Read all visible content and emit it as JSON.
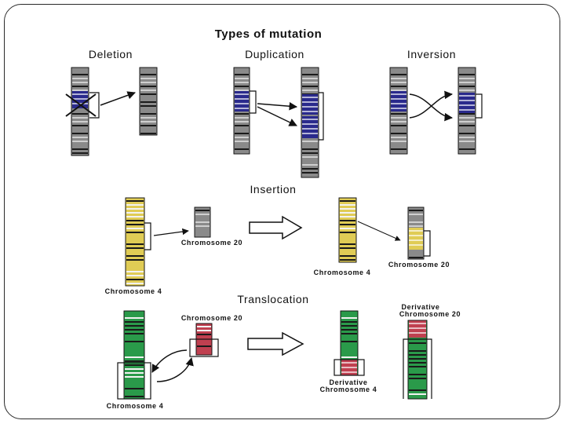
{
  "title": "Types of mutation",
  "sections": {
    "deletion": "Deletion",
    "duplication": "Duplication",
    "inversion": "Inversion",
    "insertion": "Insertion",
    "translocation": "Translocation"
  },
  "labels": {
    "chr20_insertion": "Chromosome 20",
    "chr4_insertion": "Chromosome 4",
    "chr20_insertion_result": "Chromosome 20",
    "chr4_insertion_result": "Chromosome 4",
    "chr20_translocation": "Chromosome 20",
    "chr4_translocation": "Chromosome 4",
    "derivative_chr20_line1": "Derivative",
    "derivative_chr20_line2": "Chromosome 20",
    "derivative_chr4_line1": "Derivative",
    "derivative_chr4_line2": "Chromosome 4"
  },
  "colors": {
    "chromosome_base": "#8c8c8c",
    "band_dark": "#1a1a1a",
    "mutation_blue": "#2a2a8c",
    "chromosome4_yellow": "#e0cc55",
    "chromosome4_green": "#2a9a4a",
    "chromosome20_red": "#c04050",
    "outline": "#111111"
  }
}
